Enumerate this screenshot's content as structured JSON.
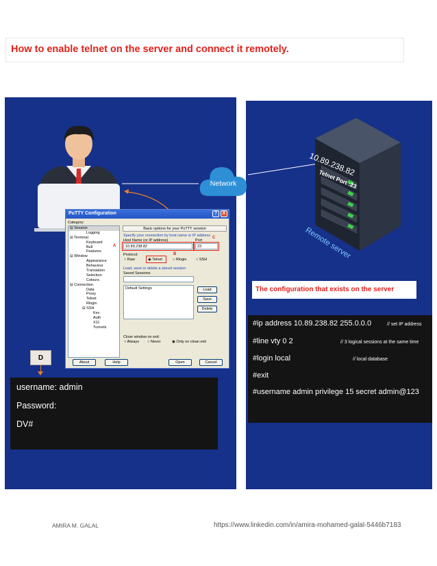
{
  "title": "How to enable telnet on the server and connect it remotely.",
  "network_label": "Network",
  "putty": {
    "window_title": "PuTTY Configuration",
    "help_button": "?",
    "close_button": "X",
    "category_label": "Category:",
    "tree": [
      "⊟ Session",
      "Logging",
      "⊟ Terminal",
      "Keyboard",
      "Bell",
      "Features",
      "⊟ Window",
      "Appearance",
      "Behaviour",
      "Translation",
      "Selection",
      "Colours",
      "⊟ Connection",
      "Data",
      "Proxy",
      "Telnet",
      "Rlogin",
      "⊟ SSH",
      "Kex",
      "Auth",
      "X11",
      "Tunnels"
    ],
    "header": "Basic options for your PuTTY session",
    "specify_label": "Specify your connection by host name or IP address",
    "host_label": "Host Name (or IP address)",
    "port_label": "Port",
    "host_value": "10.89.238.82",
    "port_value": "23",
    "protocol_label": "Protocol:",
    "protocols": [
      "Raw",
      "Telnet",
      "Rlogin",
      "SSH"
    ],
    "selected_protocol": "Telnet",
    "sessions_group": "Load, save or delete a stored session",
    "saved_sessions_label": "Saved Sessions",
    "default_settings": "Default Settings",
    "load_button": "Load",
    "save_button": "Save",
    "delete_button": "Delete",
    "close_label": "Close window on exit:",
    "close_options": [
      "Always",
      "Never",
      "Only on clean exit"
    ],
    "about_button": "About",
    "helpbtn": "Help",
    "open_button": "Open",
    "cancel_button": "Cancel",
    "marker_a": "A",
    "marker_b": "B",
    "marker_c": "C"
  },
  "marker_d": "D",
  "credentials": {
    "line1": "username: admin",
    "line2": "Password:",
    "line3": "DV#"
  },
  "server": {
    "ip": "10.89.238.82",
    "port": "Telnet Port :23",
    "label": "Remote server"
  },
  "config_title": "The configuration that exists on the server",
  "config": {
    "c1": "#ip address 10.89.238.82 255.0.0.0",
    "c1_comment": "// set IP address",
    "c2": "#line vty 0 2",
    "c2_comment": "// 3 logical sessions at the same time",
    "c3": "#login local",
    "c3_comment": "// local database",
    "c4": "#exit",
    "c5": "#username admin privilege 15 secret admin@123"
  },
  "footer": {
    "author": "AMIRA M. GALAL",
    "url": "https://www.linkedin.com/in/amira-mohamed-galal-5446b7183"
  }
}
